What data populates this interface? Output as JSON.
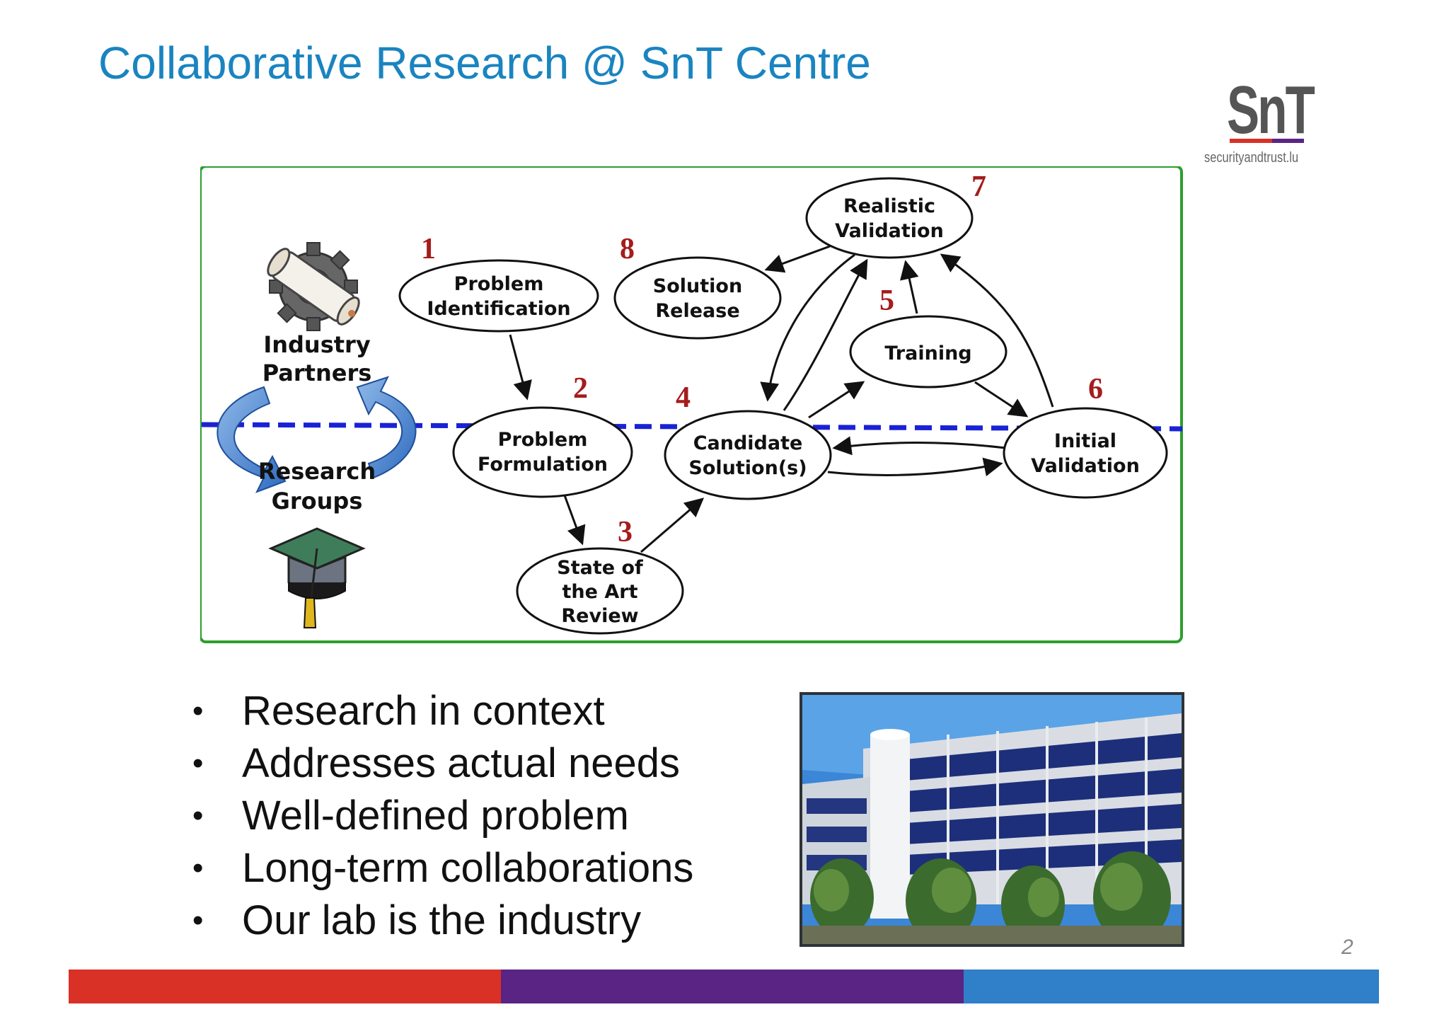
{
  "slide": {
    "title": "Collaborative Research @ SnT Centre",
    "page_number": "2"
  },
  "logo": {
    "mark": "SnT",
    "url": "securityandtrust.lu"
  },
  "diagram": {
    "left_labels": {
      "industry_line1": "Industry",
      "industry_line2": "Partners",
      "research_line1": "Research",
      "research_line2": "Groups"
    },
    "nodes": [
      {
        "id": "problem-identification",
        "number": "1",
        "line1": "Problem",
        "line2": "Identification"
      },
      {
        "id": "problem-formulation",
        "number": "2",
        "line1": "Problem",
        "line2": "Formulation"
      },
      {
        "id": "state-of-the-art-review",
        "number": "3",
        "line1": "State of",
        "line2": "the Art",
        "line3": "Review"
      },
      {
        "id": "candidate-solutions",
        "number": "4",
        "line1": "Candidate",
        "line2": "Solution(s)"
      },
      {
        "id": "training",
        "number": "5",
        "line1": "Training"
      },
      {
        "id": "initial-validation",
        "number": "6",
        "line1": "Initial",
        "line2": "Validation"
      },
      {
        "id": "realistic-validation",
        "number": "7",
        "line1": "Realistic",
        "line2": "Validation"
      },
      {
        "id": "solution-release",
        "number": "8",
        "line1": "Solution",
        "line2": "Release"
      }
    ]
  },
  "bullets": [
    "Research in context",
    "Addresses actual needs",
    "Well-defined problem",
    "Long-term collaborations",
    "Our lab is the industry"
  ],
  "colors": {
    "title": "#1a84c0",
    "frame": "#2e9e2e",
    "dashed_line": "#1a22d6",
    "numbers": "#a51c1c",
    "footer_red": "#d93126",
    "footer_purple": "#5a2484",
    "footer_blue": "#2f7fc9"
  }
}
